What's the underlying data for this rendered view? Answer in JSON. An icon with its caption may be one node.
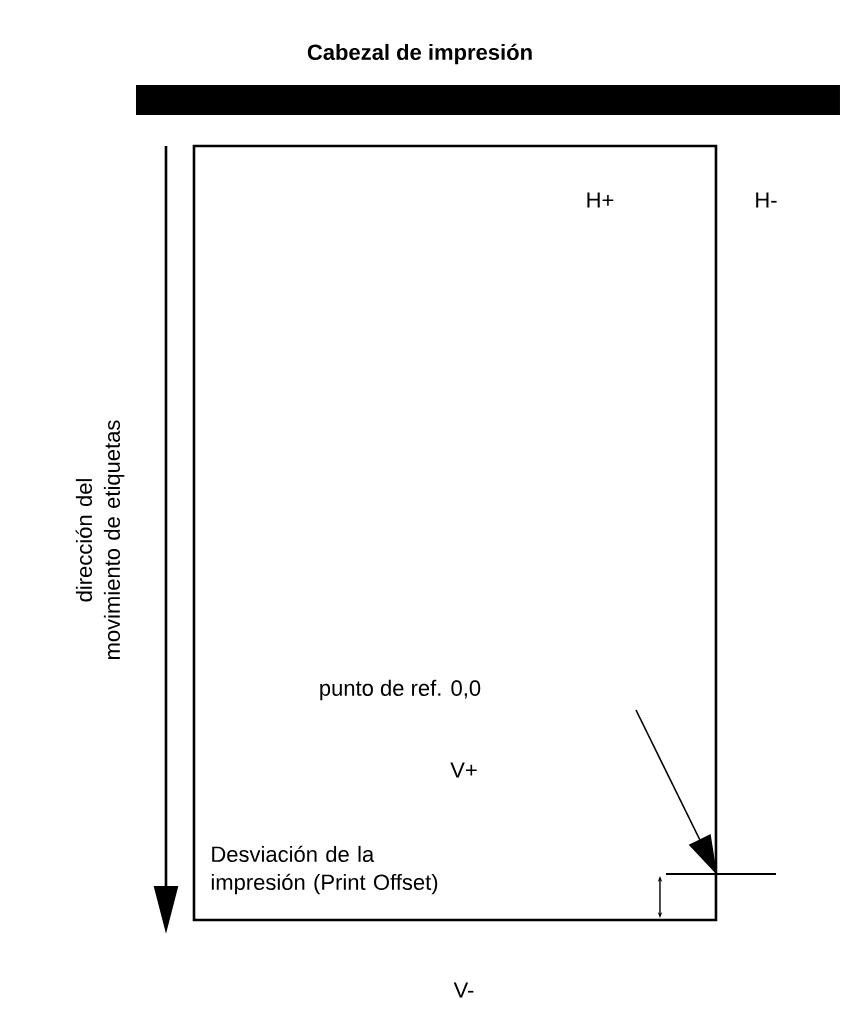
{
  "diagram": {
    "nodes": [
      {
        "text": [
          "Cabezal de impresión"
        ]
      },
      {
        "text": [],
        "shape": "box"
      }
    ],
    "edges": [
      {
        "from": null,
        "to": 1,
        "arrow": "to"
      }
    ],
    "labels": [
      "H+",
      "H-",
      "dirección del movimiento de etiquetas",
      "punto de ref. 0,0",
      "V+",
      "Desviación de la impresión (Print Offset)",
      "V-"
    ]
  }
}
